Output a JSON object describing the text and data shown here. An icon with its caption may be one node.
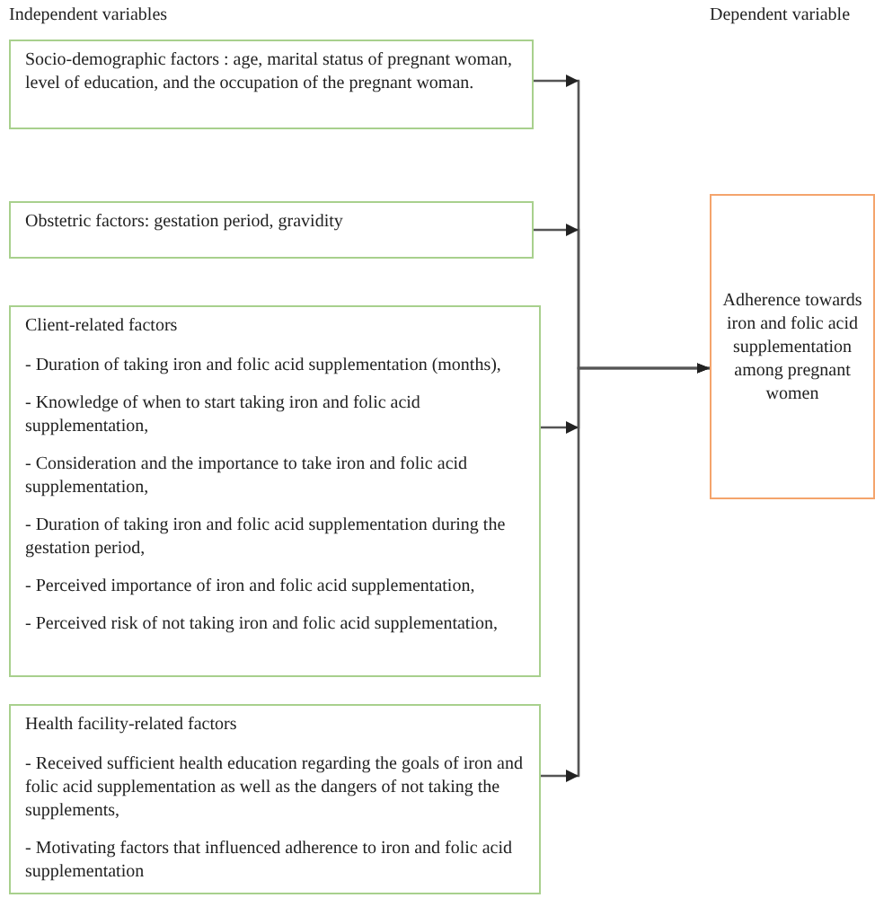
{
  "diagram": {
    "nodes": [
      {
        "text": [
          "Socio-demographic factors : age, marital status of pregnant woman, level of education, and the occupation of the pregnant woman."
        ]
      },
      {
        "text": [
          "Obstetric factors: gestation period, gravidity"
        ]
      },
      {
        "text": [
          "Client-related factors",
          "- Duration of taking iron and folic acid supplementation (months),",
          "- Knowledge of when to start taking iron and folic acid supplementation,",
          "- Consideration and the importance to take iron and folic acid supplementation,",
          "- Duration of taking iron and folic acid supplementation during the gestation period,",
          "- Perceived importance of iron and folic acid supplementation,",
          "- Perceived risk of not taking iron and folic acid supplementation,"
        ]
      },
      {
        "text": [
          "Health facility-related factors",
          "- Received sufficient health education regarding the goals of iron and folic acid supplementation as well as the dangers of not taking the supplements,",
          "- Motivating factors that influenced adherence to iron and folic acid supplementation"
        ]
      },
      {
        "text": [
          "Adherence towards iron and folic acid supplementation among pregnant women"
        ]
      }
    ],
    "edges": [
      {
        "from": 0,
        "to": 4,
        "arrow": "to"
      },
      {
        "from": 1,
        "to": 4,
        "arrow": "to"
      },
      {
        "from": 2,
        "to": 4,
        "arrow": "to"
      },
      {
        "from": 3,
        "to": 4,
        "arrow": "to"
      }
    ],
    "labels": [
      "Independent variables",
      "Dependent variable"
    ]
  }
}
